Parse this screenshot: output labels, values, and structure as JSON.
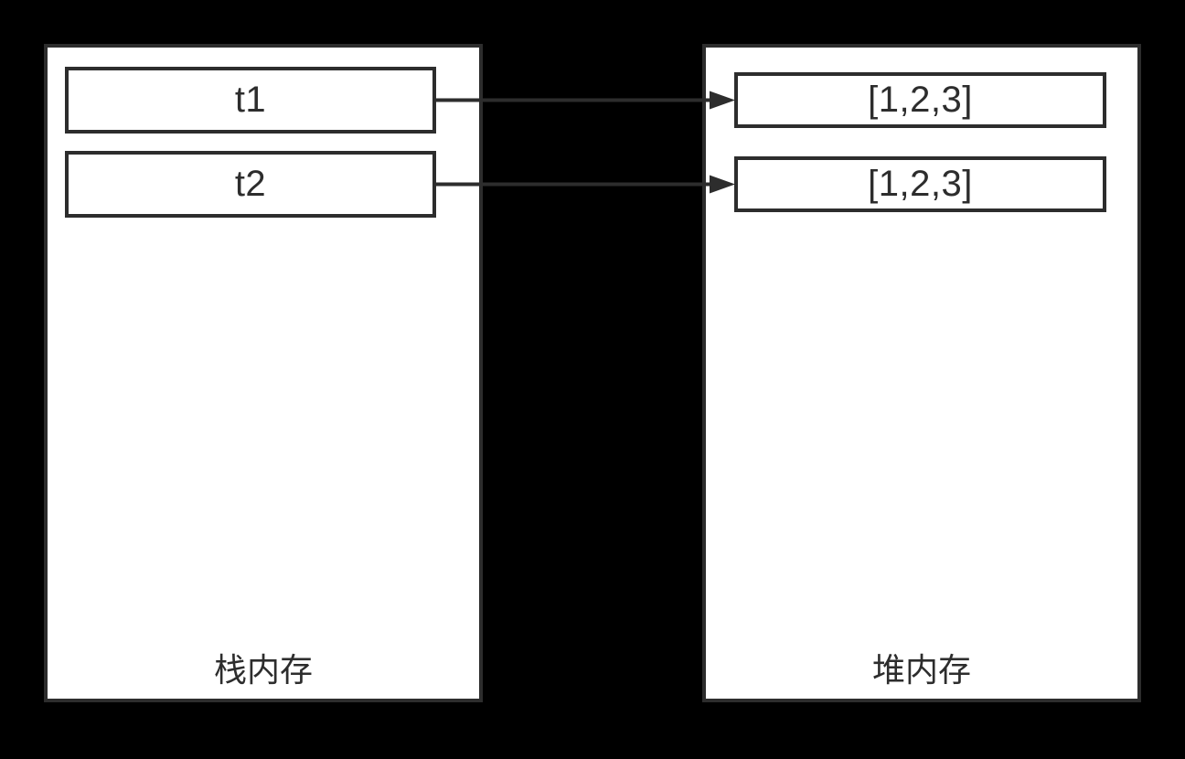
{
  "diagram": {
    "colors": {
      "background": "#000000",
      "panel_fill": "#ffffff",
      "stroke": "#2d2d2d",
      "text": "#2d2d2d"
    },
    "stack_panel": {
      "title": "栈内存",
      "slots": [
        {
          "label": "t1"
        },
        {
          "label": "t2"
        }
      ]
    },
    "heap_panel": {
      "title": "堆内存",
      "objects": [
        {
          "label": "[1,2,3]"
        },
        {
          "label": "[1,2,3]"
        }
      ]
    },
    "arrows": [
      {
        "from": "t1",
        "to": "[1,2,3] (object 1)"
      },
      {
        "from": "t2",
        "to": "[1,2,3] (object 2)"
      }
    ]
  }
}
